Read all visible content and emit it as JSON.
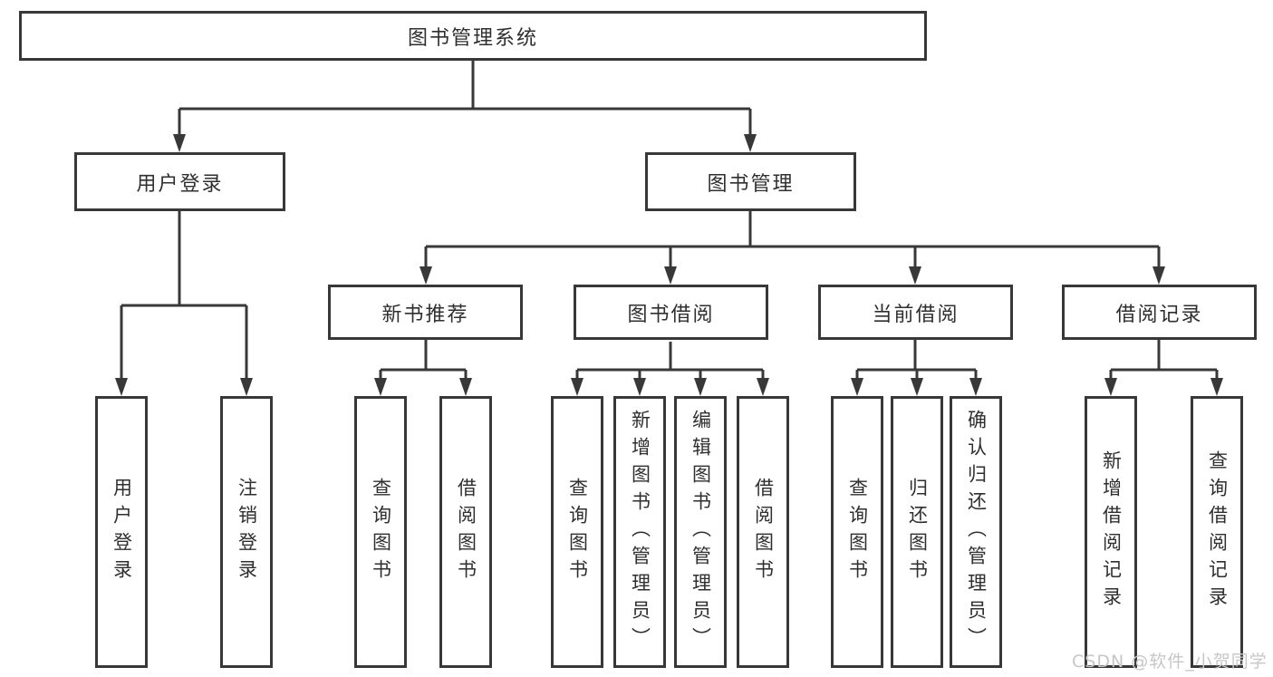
{
  "diagram_title": "图书管理系统",
  "colors": {
    "line": "#383838",
    "box_border": "#383838",
    "box_fill": "#ffffff",
    "text": "#2f2f2f",
    "watermark": "#c7c7c7",
    "background": "#ffffff"
  },
  "tree": {
    "label": "图书管理系统",
    "children": [
      {
        "label": "用户登录",
        "children": [
          {
            "label": "用户登录"
          },
          {
            "label": "注销登录"
          }
        ]
      },
      {
        "label": "图书管理",
        "children": [
          {
            "label": "新书推荐",
            "children": [
              {
                "label": "查询图书"
              },
              {
                "label": "借阅图书"
              }
            ]
          },
          {
            "label": "图书借阅",
            "children": [
              {
                "label": "查询图书"
              },
              {
                "label": "新增图书（管理员）"
              },
              {
                "label": "编辑图书（管理员）"
              },
              {
                "label": "借阅图书"
              }
            ]
          },
          {
            "label": "当前借阅",
            "children": [
              {
                "label": "查询图书"
              },
              {
                "label": "归还图书"
              },
              {
                "label": "确认归还（管理员）"
              }
            ]
          },
          {
            "label": "借阅记录",
            "children": [
              {
                "label": "新增借阅记录"
              },
              {
                "label": "查询借阅记录"
              }
            ]
          }
        ]
      }
    ]
  },
  "watermark": {
    "text": "CSDN @软件_小贺同学"
  }
}
